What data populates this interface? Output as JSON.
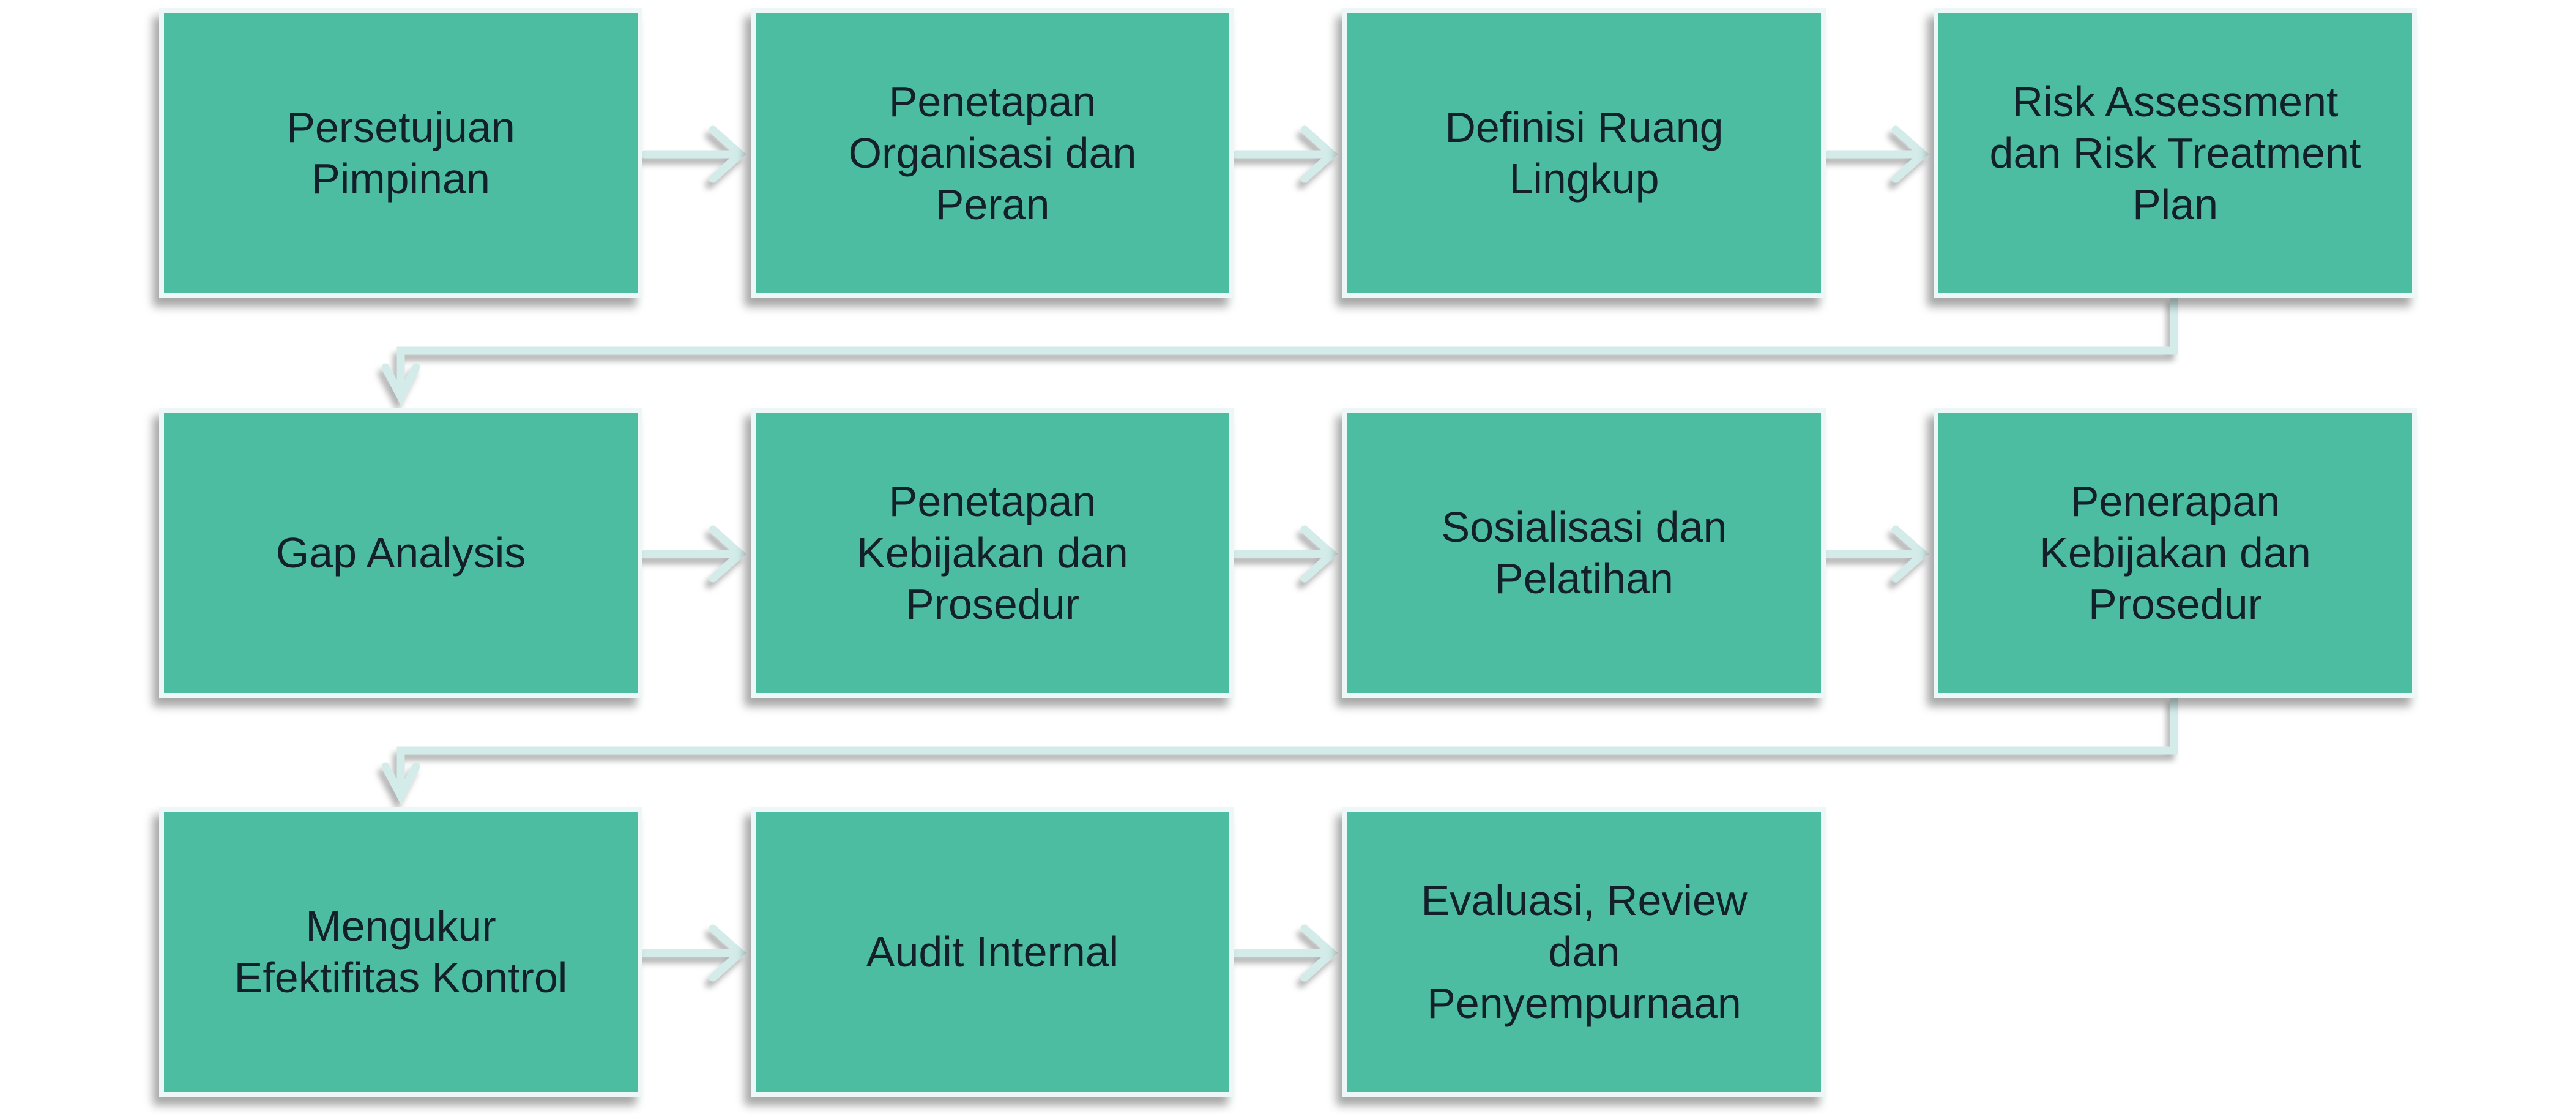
{
  "colors": {
    "box_fill": "#4dbda1",
    "box_border": "#eef7f7",
    "arrow": "#d3ecea",
    "text": "#13202a"
  },
  "steps": [
    {
      "label": "Persetujuan\nPimpinan"
    },
    {
      "label": "Penetapan\nOrganisasi dan\nPeran"
    },
    {
      "label": "Definisi Ruang\nLingkup"
    },
    {
      "label": "Risk Assessment\ndan Risk Treatment\nPlan"
    },
    {
      "label": "Gap Analysis"
    },
    {
      "label": "Penetapan\nKebijakan dan\nProsedur"
    },
    {
      "label": "Sosialisasi dan\nPelatihan"
    },
    {
      "label": "Penerapan\nKebijakan dan\nProsedur"
    },
    {
      "label": "Mengukur\nEfektifitas Kontrol"
    },
    {
      "label": "Audit Internal"
    },
    {
      "label": "Evaluasi, Review\ndan\nPenyempurnaan"
    }
  ]
}
